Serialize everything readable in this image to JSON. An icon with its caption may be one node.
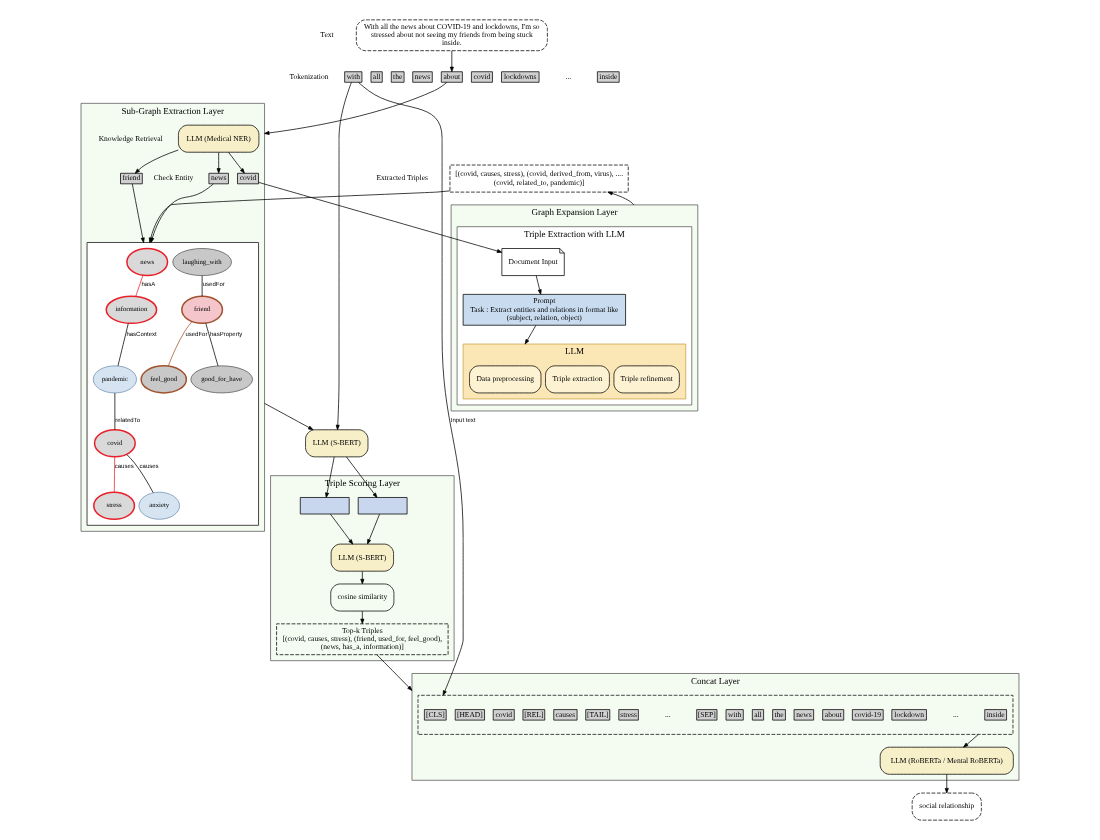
{
  "diagram": {
    "nodes": [
      {
        "text": [
          "With all the news about COVID-19 and lockdowns, I'm so stressed about not seeing my friends from being stuck inside."
        ],
        "beside": [
          "Text"
        ]
      },
      {
        "text": [
          "with"
        ]
      },
      {
        "text": [
          "all"
        ]
      },
      {
        "text": [
          "the"
        ]
      },
      {
        "text": [
          "news"
        ]
      },
      {
        "text": [
          "about"
        ]
      },
      {
        "text": [
          "covid"
        ]
      },
      {
        "text": [
          "lockdowns"
        ]
      },
      {
        "text": [
          "inside"
        ]
      },
      {
        "text": [
          "Sub-Graph Extraction Layer"
        ]
      },
      {
        "text": [
          "LLM (Medical NER)"
        ],
        "in": 9
      },
      {
        "text": [
          "news"
        ],
        "in": 9
      },
      {
        "text": [
          "covid"
        ],
        "in": 9
      },
      {
        "text": [
          "friend"
        ],
        "in": 9
      },
      {
        "text": [],
        "shape": "box",
        "in": 9
      },
      {
        "text": [
          "news"
        ],
        "in": 14
      },
      {
        "text": [
          "information"
        ],
        "in": 14
      },
      {
        "text": [
          "pandemic"
        ],
        "in": 14
      },
      {
        "text": [
          "covid"
        ],
        "in": 14
      },
      {
        "text": [
          "stress"
        ],
        "in": 14
      },
      {
        "text": [
          "anxiety"
        ],
        "in": 14
      },
      {
        "text": [
          "laughing_with"
        ],
        "in": 14
      },
      {
        "text": [
          "friend"
        ],
        "in": 14
      },
      {
        "text": [
          "feel_good"
        ],
        "in": 14
      },
      {
        "text": [
          "good_for_have"
        ],
        "in": 14
      },
      {
        "text": [
          "LLM (S-BERT)"
        ]
      },
      {
        "text": [
          "Graph Expansion Layer"
        ]
      },
      {
        "text": [
          "Triple Extraction with LLM"
        ],
        "in": 26
      },
      {
        "text": [
          "Document Input"
        ],
        "in": 27
      },
      {
        "text": [
          "Prompt",
          "Task : Extract entities and relations in format like (subject, relation, object)"
        ],
        "in": 27
      },
      {
        "text": [
          "LLM"
        ],
        "in": 27
      },
      {
        "text": [
          "Data preprocessing"
        ],
        "in": 30
      },
      {
        "text": [
          "Triple extraction"
        ],
        "in": 30
      },
      {
        "text": [
          "Triple refinement"
        ],
        "in": 30
      },
      {
        "text": [
          "[(covid, causes, stress), (covid, derived_from, virus), .... (covid, related_to, pandemic)]"
        ],
        "beside": [
          "Extracted Triples"
        ]
      },
      {
        "text": [
          "Triple Scoring Layer"
        ]
      },
      {
        "text": [],
        "shape": "box",
        "in": 35
      },
      {
        "text": [],
        "shape": "box",
        "in": 35
      },
      {
        "text": [
          "LLM (S-BERT)"
        ],
        "in": 35
      },
      {
        "text": [
          "cosine similarity"
        ],
        "in": 35
      },
      {
        "text": [
          "Top-k Triples",
          "[(covid, causes, stress), (friend, used_for, feel_good), (news, has_a, information)]"
        ],
        "in": 35
      },
      {
        "text": [
          "Concat Layer"
        ]
      },
      {
        "text": [],
        "shape": "box",
        "in": 41
      },
      {
        "text": [
          "[CLS]"
        ],
        "in": 42
      },
      {
        "text": [
          "[HEAD]"
        ],
        "in": 42
      },
      {
        "text": [
          "covid"
        ],
        "in": 42
      },
      {
        "text": [
          "[REL]"
        ],
        "in": 42
      },
      {
        "text": [
          "causes"
        ],
        "in": 42
      },
      {
        "text": [
          "[TAIL]"
        ],
        "in": 42
      },
      {
        "text": [
          "stress"
        ],
        "in": 42
      },
      {
        "text": [
          "[SEP]"
        ],
        "in": 42
      },
      {
        "text": [
          "with"
        ],
        "in": 42
      },
      {
        "text": [
          "all"
        ],
        "in": 42
      },
      {
        "text": [
          "the"
        ],
        "in": 42
      },
      {
        "text": [
          "news"
        ],
        "in": 42
      },
      {
        "text": [
          "about"
        ],
        "in": 42
      },
      {
        "text": [
          "covid-19"
        ],
        "in": 42
      },
      {
        "text": [
          "lockdown"
        ],
        "in": 42
      },
      {
        "text": [
          "inside"
        ],
        "in": 42
      },
      {
        "text": [
          "LLM (RoBERTa / Mental RoBERTa)"
        ],
        "in": 41
      },
      {
        "text": [
          "social relationship"
        ]
      }
    ],
    "edges": [
      {
        "from": 0,
        "to": 5,
        "arrow": "to"
      },
      {
        "from": 5,
        "to": 9,
        "arrow": "to"
      },
      {
        "from": 10,
        "to": 11,
        "arrow": "to"
      },
      {
        "from": 10,
        "to": 12,
        "arrow": "to"
      },
      {
        "from": 10,
        "to": 13,
        "arrow": "to"
      },
      {
        "from": 11,
        "to": 14,
        "arrow": "to"
      },
      {
        "from": 13,
        "to": 14,
        "arrow": "to"
      },
      {
        "from": 12,
        "to": 28,
        "arrow": "to"
      },
      {
        "from": 28,
        "to": 29,
        "arrow": "to"
      },
      {
        "from": 29,
        "to": 30,
        "arrow": "to"
      },
      {
        "from": 26,
        "to": 34,
        "arrow": "to"
      },
      {
        "from": 34,
        "to": 14,
        "arrow": "to"
      },
      {
        "from": 15,
        "to": 16,
        "label": "hasA",
        "arrow": "none",
        "color": "#e8202a"
      },
      {
        "from": 16,
        "to": 17,
        "label": "hasContext",
        "arrow": "none"
      },
      {
        "from": 17,
        "to": 18,
        "label": "relatedTo",
        "arrow": "none"
      },
      {
        "from": 18,
        "to": 19,
        "label": "causes",
        "arrow": "none",
        "color": "#e8202a"
      },
      {
        "from": 18,
        "to": 20,
        "label": "causes",
        "arrow": "none"
      },
      {
        "from": 21,
        "to": 22,
        "label": "usedFor",
        "arrow": "none"
      },
      {
        "from": 22,
        "to": 23,
        "label": "usedFor",
        "arrow": "none",
        "color": "#a0522d"
      },
      {
        "from": 22,
        "to": 24,
        "label": "hasProperty",
        "arrow": "none"
      },
      {
        "from": 9,
        "to": 25,
        "arrow": "to"
      },
      {
        "from": 1,
        "to": 25,
        "arrow": "to"
      },
      {
        "from": 25,
        "to": 36,
        "arrow": "to"
      },
      {
        "from": 25,
        "to": 37,
        "arrow": "to"
      },
      {
        "from": 36,
        "to": 38,
        "arrow": "to"
      },
      {
        "from": 37,
        "to": 38,
        "arrow": "to"
      },
      {
        "from": 38,
        "to": 39,
        "arrow": "to"
      },
      {
        "from": 39,
        "to": 40,
        "arrow": "to"
      },
      {
        "from": 40,
        "to": 41,
        "arrow": "to"
      },
      {
        "from": 1,
        "to": 42,
        "label": "Input text",
        "arrow": "to"
      },
      {
        "from": 42,
        "to": 59,
        "arrow": "to"
      },
      {
        "from": 59,
        "to": 60,
        "arrow": "to"
      }
    ],
    "labels": [
      "Tokenization",
      "...",
      "Check Entity",
      "Knowledge Retrieval",
      "...",
      "..."
    ]
  }
}
